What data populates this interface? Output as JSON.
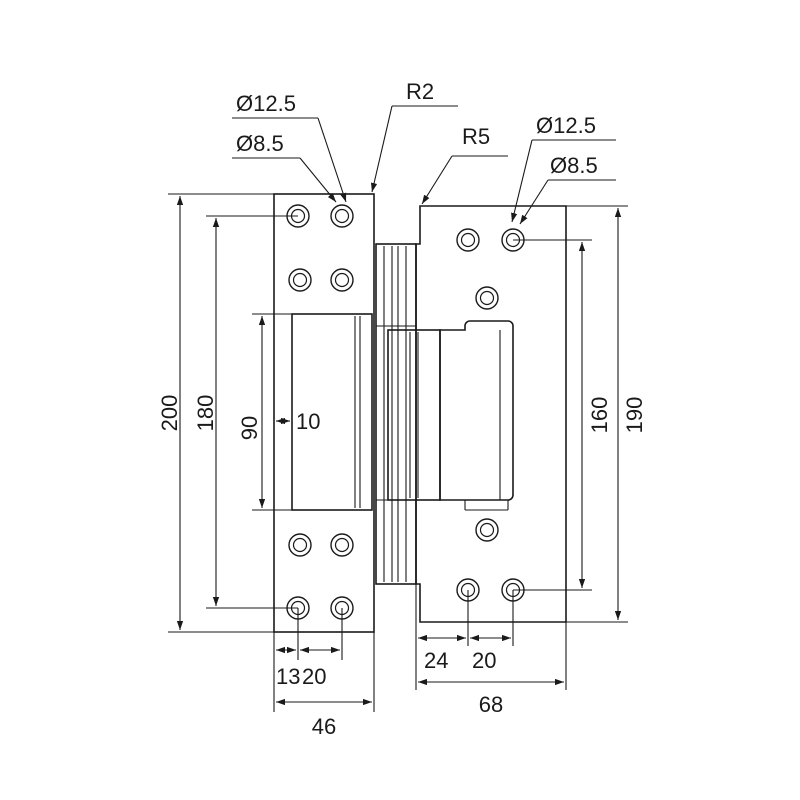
{
  "colors": {
    "line": "#1a1a1a",
    "background": "#ffffff"
  },
  "left_leaf": {
    "hole_outer_label": "Ø12.5",
    "hole_inner_label": "Ø8.5",
    "corner_radius_label": "R2",
    "overall_height_label": "200",
    "hole_spacing_label": "180",
    "knuckle_height_label": "90",
    "offset_label": "10",
    "hole_edge_label": "13",
    "hole_pitch_label": "20",
    "width_label": "46"
  },
  "right_leaf": {
    "hole_outer_label": "Ø12.5",
    "hole_inner_label": "Ø8.5",
    "corner_radius_label": "R5",
    "hole_spacing_label": "160",
    "overall_height_label": "190",
    "hole_edge_label": "24",
    "hole_pitch_label": "20",
    "width_label": "68"
  }
}
